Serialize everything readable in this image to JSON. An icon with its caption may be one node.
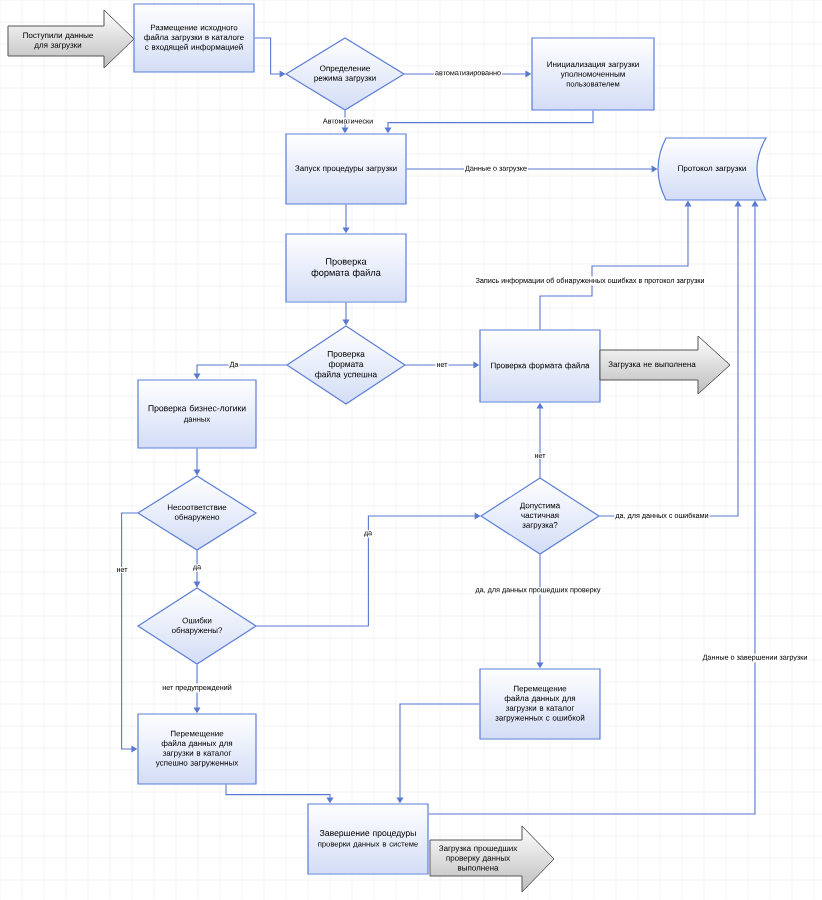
{
  "diagram": {
    "nodes": [
      {
        "text": [
          "Поступили данные для загрузки"
        ]
      },
      {
        "text": [
          "Размещение исходного файла загрузки в каталоге с входящей информацией"
        ]
      },
      {
        "text": [
          "Определение режима загрузки"
        ]
      },
      {
        "text": [
          "Инициализация загрузки уполномоченным",
          "пользователем"
        ]
      },
      {
        "text": [
          "Запуск процедуры загрузки"
        ]
      },
      {
        "text": [
          "Протокол загрузки"
        ]
      },
      {
        "text": [
          "Проверка формата файла"
        ]
      },
      {
        "text": [
          "Проверка формата файла успешна"
        ]
      },
      {
        "text": [
          "Проверка формата файла"
        ]
      },
      {
        "text": [
          "Загрузка не выполнена"
        ]
      },
      {
        "text": [
          "Проверка бизнес-логики",
          "данных"
        ]
      },
      {
        "text": [
          "Несоответствие обнаружено"
        ]
      },
      {
        "text": [
          "Допустима частичная загрузка?"
        ]
      },
      {
        "text": [
          "Ошибки обнаружены?"
        ]
      },
      {
        "text": [
          "Перемещение файла данных для загрузки в каталог загруженных с ошибкой"
        ]
      },
      {
        "text": [
          "Перемещение файла данных для загрузки в каталог успешно загруженных"
        ]
      },
      {
        "text": [
          "Завершение процедуры",
          "проверки данных в системе"
        ]
      },
      {
        "text": [
          "Загрузка прошедших проверку данных выполнена"
        ]
      }
    ],
    "edges": [
      {
        "from": 1,
        "to": 2,
        "arrow": "to"
      },
      {
        "from": 2,
        "to": 3,
        "arrow": "to",
        "label": "автоматизированно"
      },
      {
        "from": 2,
        "to": 4,
        "arrow": "to",
        "label": "Автоматически"
      },
      {
        "from": 3,
        "to": 4,
        "arrow": "to"
      },
      {
        "from": 4,
        "to": 5,
        "arrow": "to",
        "label": "Данные о загрузке"
      },
      {
        "from": 4,
        "to": 6,
        "arrow": "to"
      },
      {
        "from": 6,
        "to": 7,
        "arrow": "to"
      },
      {
        "from": 7,
        "to": 10,
        "arrow": "to",
        "label": "Да"
      },
      {
        "from": 7,
        "to": 8,
        "arrow": "to",
        "label": "нет"
      },
      {
        "from": 8,
        "to": 5,
        "arrow": "to",
        "label": "Запись информации об обнаруженных ошибках в протокол загрузки"
      },
      {
        "from": 10,
        "to": 11,
        "arrow": "to"
      },
      {
        "from": 11,
        "to": 13,
        "arrow": "to",
        "label": "да"
      },
      {
        "from": 11,
        "to": 15,
        "arrow": "to",
        "label": "нет"
      },
      {
        "from": 13,
        "to": 15,
        "arrow": "to",
        "label": "нет предупреждений"
      },
      {
        "from": 13,
        "to": 12,
        "arrow": "to",
        "label": "да"
      },
      {
        "from": 12,
        "to": 8,
        "arrow": "to",
        "label": "нет"
      },
      {
        "from": 12,
        "to": 5,
        "arrow": "to",
        "label": "да, для данных с ошибками"
      },
      {
        "from": 12,
        "to": 14,
        "arrow": "to",
        "label": "да, для данных прошедших проверку"
      },
      {
        "from": 15,
        "to": 16,
        "arrow": "to"
      },
      {
        "from": 14,
        "to": 16,
        "arrow": "to"
      },
      {
        "from": 16,
        "to": 5,
        "arrow": "to",
        "label": "Данные о завершении загрузки"
      }
    ]
  }
}
